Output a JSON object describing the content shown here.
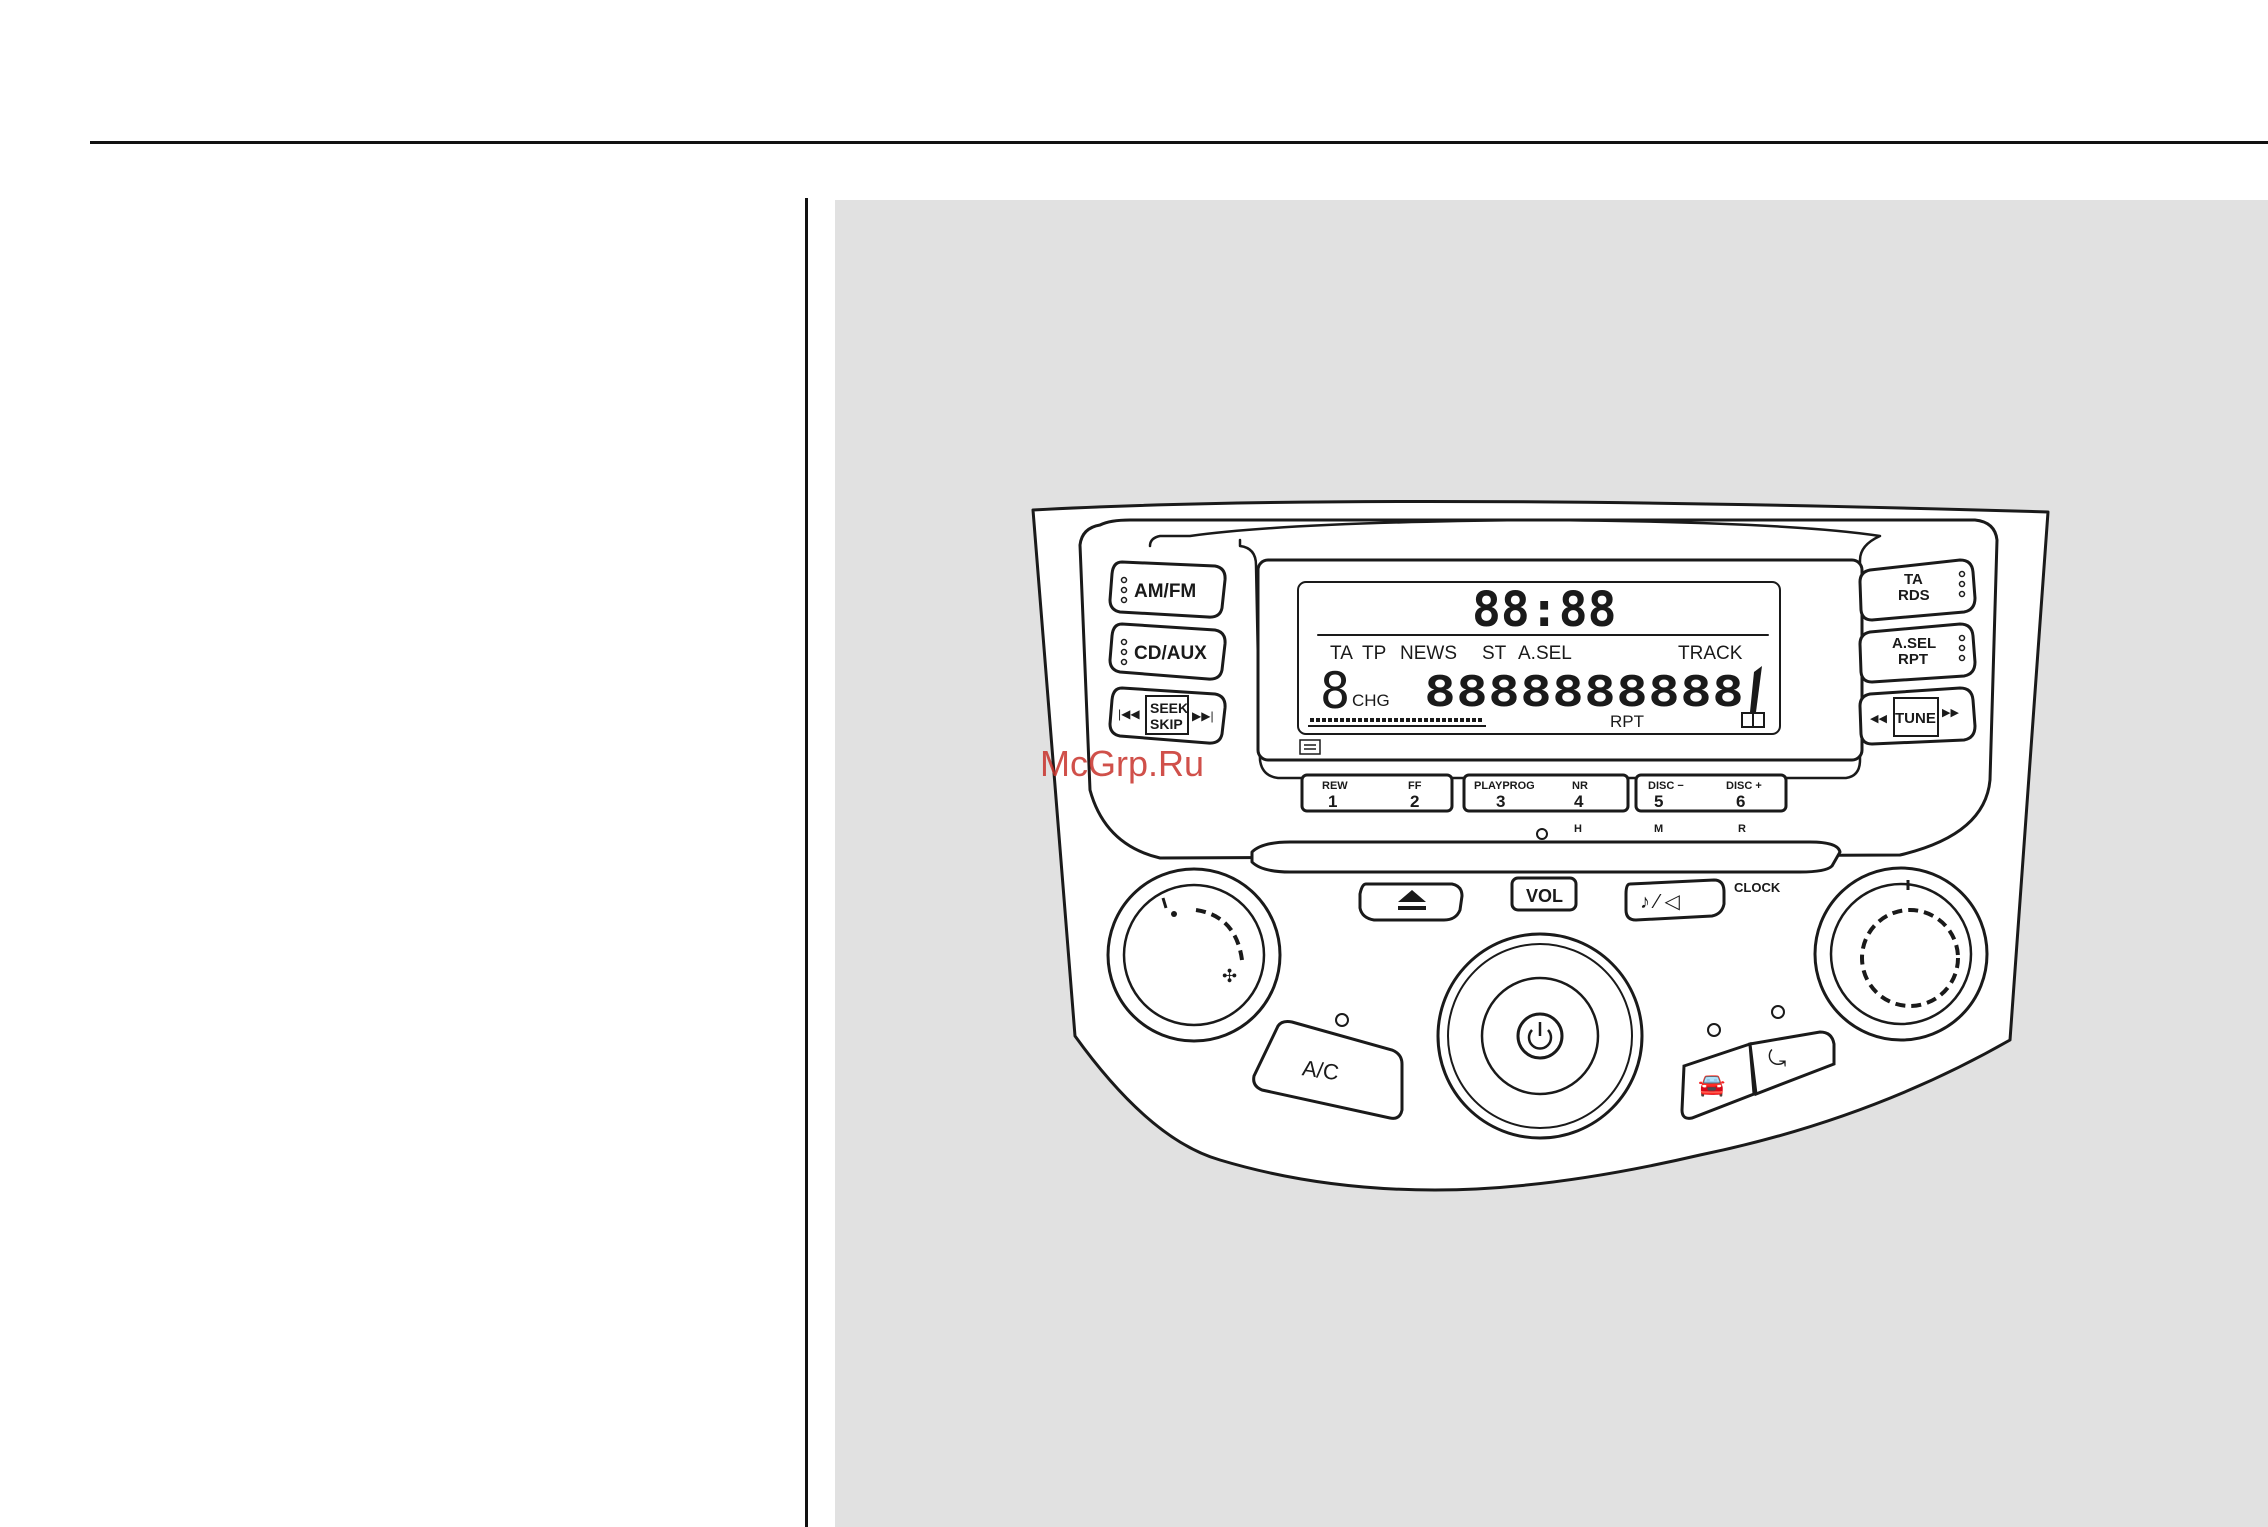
{
  "display": {
    "clock": "88:88",
    "indicators": [
      "TA",
      "TP",
      "NEWS",
      "ST",
      "A.SEL",
      "TRACK"
    ],
    "disc_digit": "8",
    "chg": "CHG",
    "main_segments": "8888888888",
    "rpt": "RPT"
  },
  "left_buttons": {
    "amfm": "AM/FM",
    "cdaux": "CD/AUX",
    "seek": "SEEK",
    "skip": "SKIP"
  },
  "right_buttons": {
    "ta": "TA",
    "rds": "RDS",
    "asel": "A.SEL",
    "rpt": "RPT",
    "tune": "TUNE"
  },
  "presets": [
    {
      "top_left": "REW",
      "num_left": "1",
      "top_right": "FF",
      "num_right": "2"
    },
    {
      "top_left": "PLAYPROG",
      "num_left": "3",
      "top_right": "NR",
      "num_right": "4"
    },
    {
      "top_left": "DISC −",
      "num_left": "5",
      "top_right": "DISC +",
      "num_right": "6"
    }
  ],
  "preset_sublabels": [
    "H",
    "M",
    "R"
  ],
  "controls": {
    "vol": "VOL",
    "clock": "CLOCK",
    "ac": "A/C"
  },
  "watermark": "McGrp.Ru",
  "colors": {
    "panel": "#e1e1e1",
    "watermark": "#c8322b",
    "ink": "#1a1a1a"
  }
}
